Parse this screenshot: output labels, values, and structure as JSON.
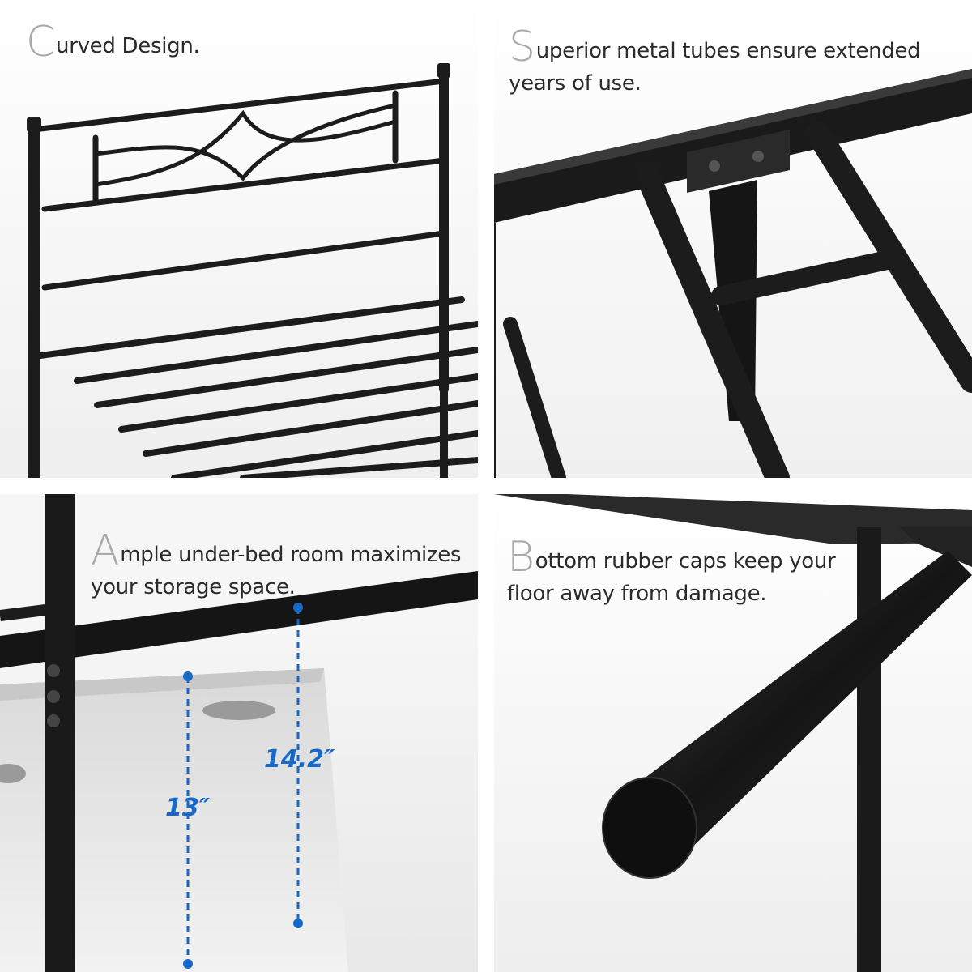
{
  "panels": [
    {
      "initial": "C",
      "rest": "urved Design.",
      "line2": ""
    },
    {
      "initial": "S",
      "rest": "uperior metal tubes ensure extended",
      "line2": "years of use."
    },
    {
      "initial": "A",
      "rest": "mple under-bed room maximizes",
      "line2": "your storage space.",
      "dimensions": [
        "13″",
        "14.2″"
      ]
    },
    {
      "initial": "B",
      "rest": "ottom rubber caps keep your",
      "line2": "floor away from damage."
    }
  ],
  "colors": {
    "accent": "#1769c8",
    "metal": "#1c1c1c",
    "initial": "#a9a9a9"
  }
}
